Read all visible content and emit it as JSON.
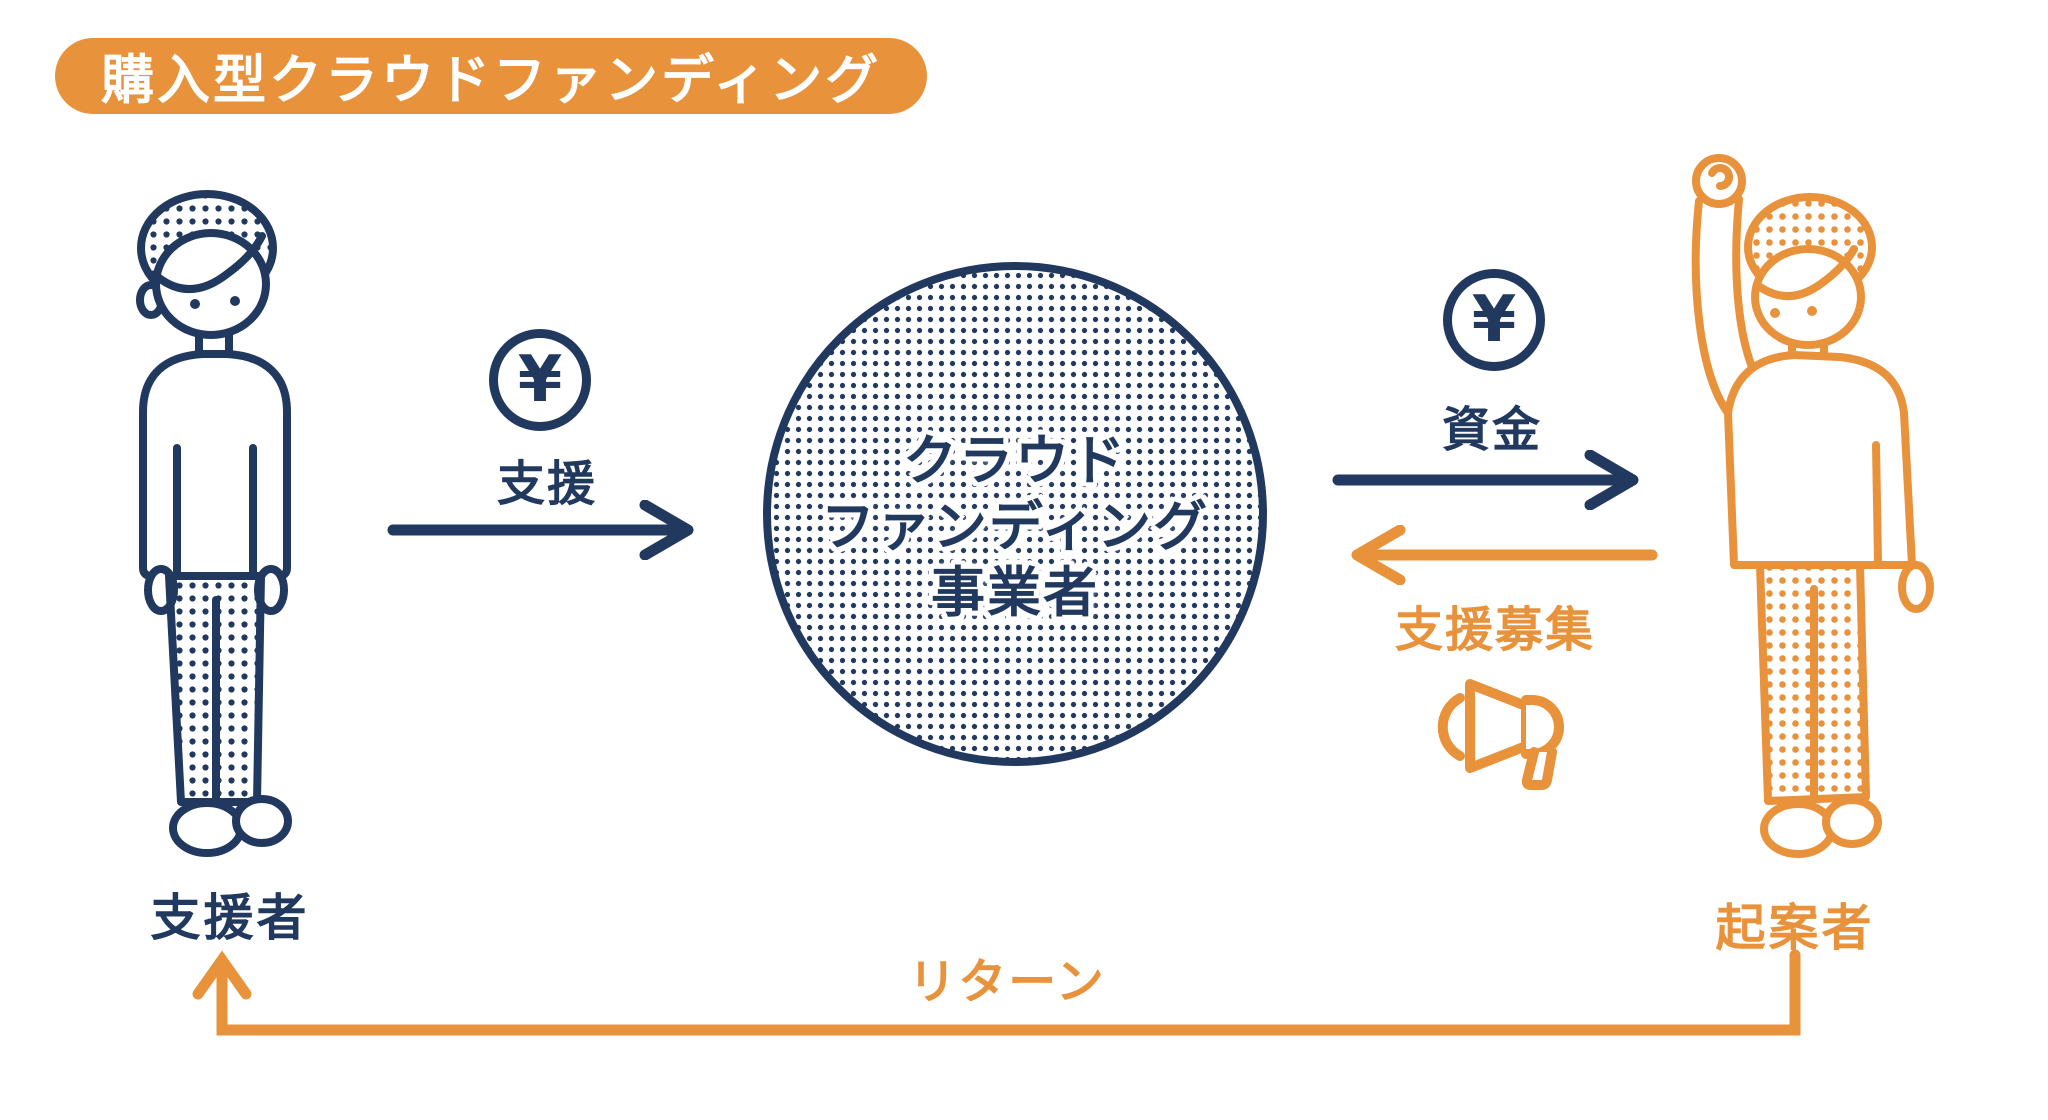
{
  "badge": {
    "label": "購入型クラウドファンディング"
  },
  "platform": {
    "name": "クラウドファンディング事業者",
    "lines": [
      "クラウド",
      "ファンディング",
      "事業者"
    ]
  },
  "actors": {
    "supporter": {
      "label": "支援者"
    },
    "founder": {
      "label": "起案者"
    }
  },
  "flows": {
    "support": {
      "label": "支援",
      "symbol": "¥",
      "icon": "yen-circle-icon",
      "from": "支援者",
      "to": "クラウドファンディング事業者"
    },
    "funds": {
      "label": "資金",
      "symbol": "¥",
      "icon": "yen-circle-icon",
      "from": "クラウドファンディング事業者",
      "to": "起案者"
    },
    "recruitment": {
      "label": "支援募集",
      "icon": "megaphone-icon",
      "from": "起案者",
      "to": "クラウドファンディング事業者"
    },
    "return": {
      "label": "リターン",
      "from": "起案者",
      "to": "支援者"
    }
  },
  "colors": {
    "navy": "#22395F",
    "orange": "#E8923C",
    "background": "#FFFFFF"
  }
}
